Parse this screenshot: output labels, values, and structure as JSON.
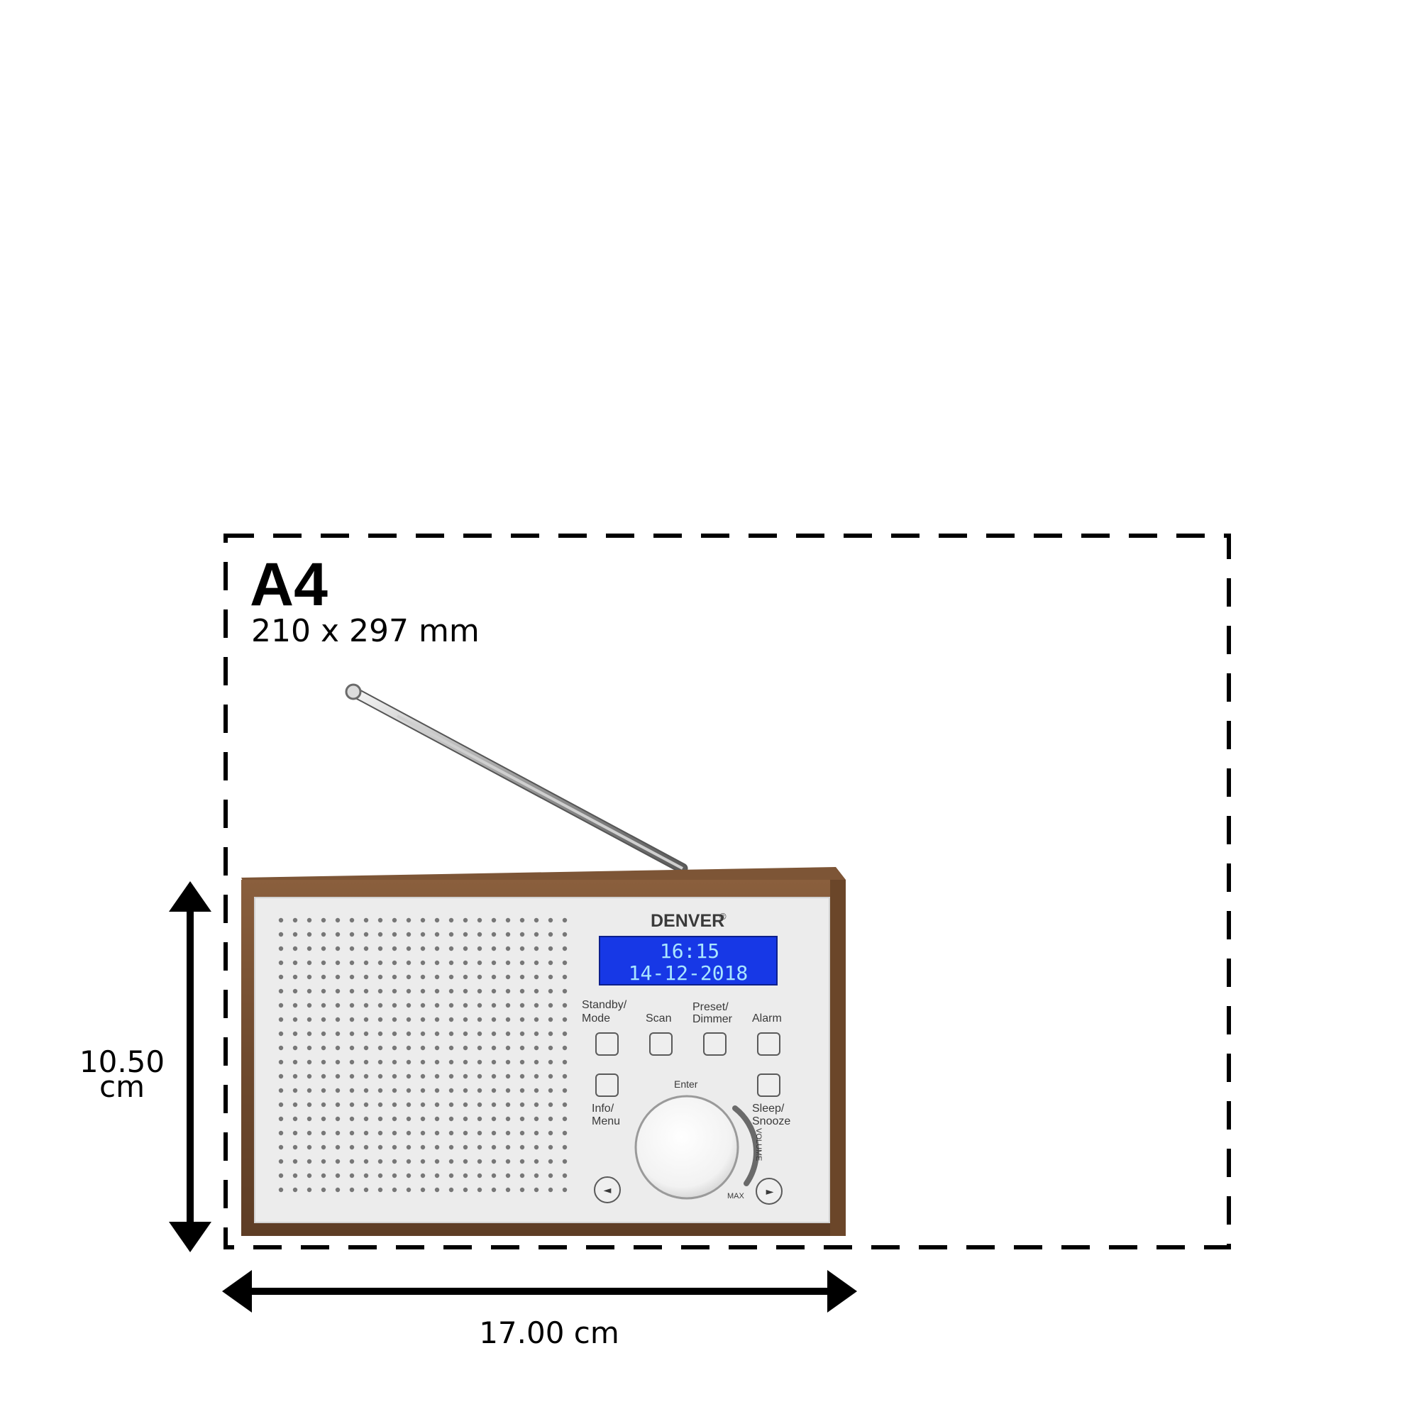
{
  "paper": {
    "format": "A4",
    "size": "210 x 297 mm"
  },
  "dimensions": {
    "height_value": "10.50",
    "height_unit": "cm",
    "width_label": "17.00 cm"
  },
  "radio": {
    "brand": "DENVER",
    "registered_mark": "®",
    "display_time": "16:15",
    "display_date": "14-12-2018",
    "buttons": {
      "standby_line1": "Standby/",
      "standby_line2": "Mode",
      "scan": "Scan",
      "preset_line1": "Preset/",
      "preset_line2": "Dimmer",
      "alarm": "Alarm",
      "info_line1": "Info/",
      "info_line2": "Menu",
      "sleep_line1": "Sleep/",
      "sleep_line2": "Snooze",
      "enter": "Enter",
      "prev_glyph": "◄",
      "next_glyph": "►"
    },
    "dial": {
      "volume": "VOLUME",
      "max": "MAX"
    }
  },
  "colors": {
    "wood": "#7a5234",
    "panel": "#ececec",
    "lcd": "#1738e6",
    "lcd_text": "#a9e6ff",
    "ink": "#000000"
  }
}
